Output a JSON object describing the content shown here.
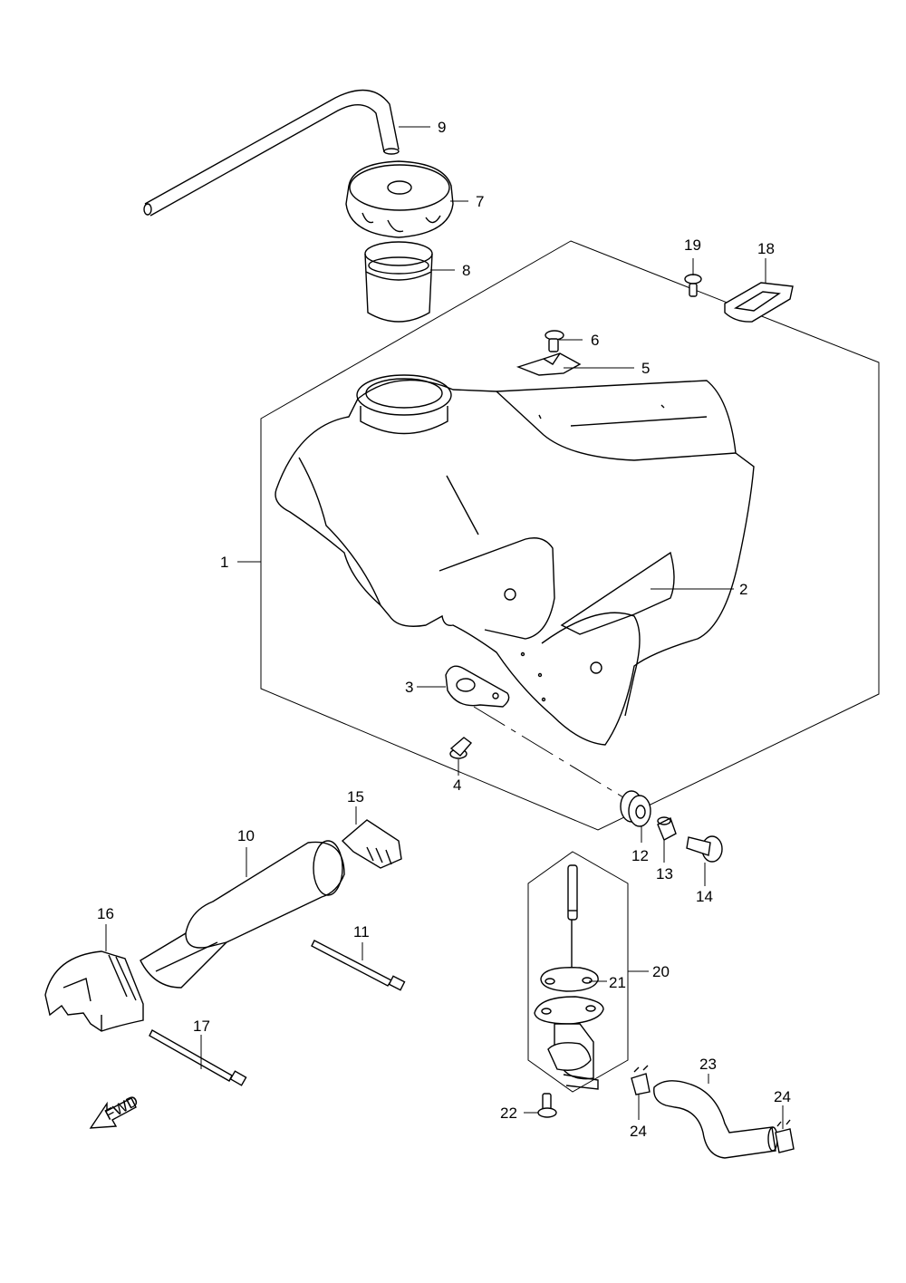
{
  "callouts": {
    "c1": "1",
    "c2": "2",
    "c3": "3",
    "c4": "4",
    "c5": "5",
    "c6": "6",
    "c7": "7",
    "c8": "8",
    "c9": "9",
    "c10": "10",
    "c11": "11",
    "c12": "12",
    "c13": "13",
    "c14": "14",
    "c15": "15",
    "c16": "16",
    "c17": "17",
    "c18": "18",
    "c19": "19",
    "c20": "20",
    "c21": "21",
    "c22": "22",
    "c23": "23",
    "c24a": "24",
    "c24b": "24"
  },
  "fwd_label": "FWD"
}
